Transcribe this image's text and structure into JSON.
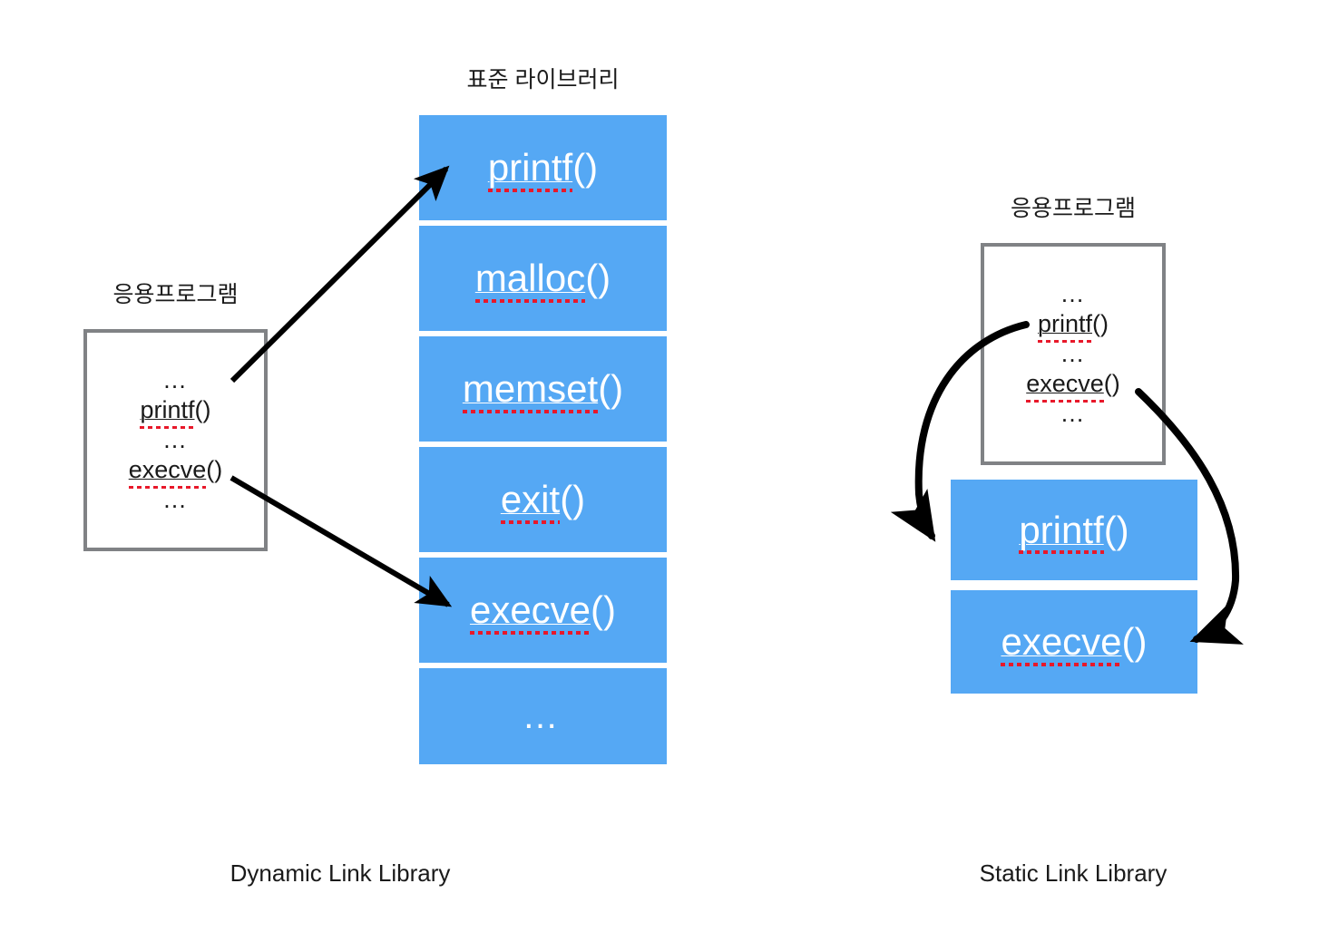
{
  "diagram": {
    "library_title": "표준 라이브러리",
    "colors": {
      "library_cell": "#55a8f4",
      "app_box_border": "#808285",
      "spellcheck_underline": "#e8182a",
      "arrow": "#000000",
      "text": "#1a1a1a",
      "library_text": "#ffffff"
    }
  },
  "left": {
    "caption": "Dynamic Link Library",
    "app_label": "응용프로그램",
    "app_lines": [
      {
        "text": "…",
        "marked": false
      },
      {
        "name": "printf",
        "call": "()",
        "marked": true
      },
      {
        "text": "…",
        "marked": false
      },
      {
        "name": "execve",
        "call": "()",
        "marked": true
      },
      {
        "text": "…",
        "marked": false
      }
    ],
    "library_cells": [
      {
        "name": "printf",
        "call": "()",
        "marked": true
      },
      {
        "name": "malloc",
        "call": "()",
        "marked": true
      },
      {
        "name": "memset",
        "call": "()",
        "marked": true
      },
      {
        "name": "exit",
        "call": "()",
        "marked": true
      },
      {
        "name": "execve",
        "call": "()",
        "marked": true
      },
      {
        "text": "…",
        "marked": false
      }
    ],
    "arrows": [
      {
        "from": "app-printf",
        "to": "library-printf"
      },
      {
        "from": "app-execve",
        "to": "library-execve"
      }
    ]
  },
  "right": {
    "caption": "Static Link Library",
    "app_label": "응용프로그램",
    "app_lines": [
      {
        "text": "…",
        "marked": false
      },
      {
        "name": "printf",
        "call": "()",
        "marked": true
      },
      {
        "text": "…",
        "marked": false
      },
      {
        "name": "execve",
        "call": "()",
        "marked": true
      },
      {
        "text": "…",
        "marked": false
      }
    ],
    "library_cells": [
      {
        "name": "printf",
        "call": "()",
        "marked": true
      },
      {
        "name": "execve",
        "call": "()",
        "marked": true
      }
    ],
    "arrows": [
      {
        "from": "app-printf",
        "to": "linked-printf"
      },
      {
        "from": "app-execve",
        "to": "linked-execve"
      }
    ]
  }
}
